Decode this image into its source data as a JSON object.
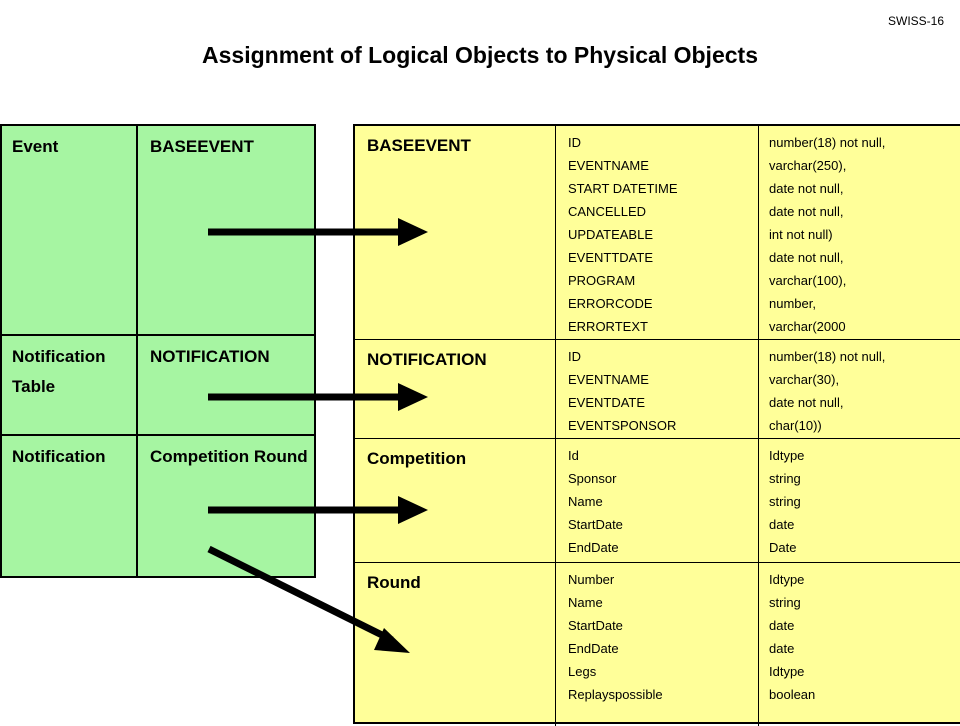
{
  "slide_id": "SWISS-16",
  "title": "Assignment of Logical Objects to Physical Objects",
  "left_table": {
    "rows": [
      {
        "logical": "Event",
        "physical": "BASEEVENT"
      },
      {
        "logical": "Notification Table",
        "physical": "NOTIFICATION"
      },
      {
        "logical": "Notification",
        "physical": "Competition Round"
      }
    ]
  },
  "right_table": {
    "rows": [
      {
        "name": "BASEEVENT",
        "columns": [
          "ID",
          "EVENTNAME",
          "START DATETIME",
          "CANCELLED",
          "UPDATEABLE",
          "EVENTTDATE",
          "PROGRAM",
          "ERRORCODE",
          "ERRORTEXT"
        ],
        "types": [
          "number(18) not null,",
          "varchar(250),",
          "date not null,",
          "date not null,",
          "int not null)",
          "date not null,",
          "varchar(100),",
          "number,",
          "varchar(2000"
        ]
      },
      {
        "name": "NOTIFICATION",
        "columns": [
          "ID",
          "EVENTNAME",
          "EVENTDATE",
          "EVENTSPONSOR"
        ],
        "types": [
          "number(18) not null,",
          "varchar(30),",
          "date not null,",
          "char(10))"
        ]
      },
      {
        "name": "Competition",
        "columns": [
          "Id",
          "Sponsor",
          "Name",
          "StartDate",
          "EndDate"
        ],
        "types": [
          "Idtype",
          "string",
          "string",
          "date",
          "Date"
        ]
      },
      {
        "name": "Round",
        "columns": [
          "Number",
          "Name",
          "StartDate",
          "EndDate",
          "Legs",
          "Replayspossible"
        ],
        "types": [
          "Idtype",
          "string",
          "date",
          "date",
          "Idtype",
          "boolean"
        ]
      }
    ]
  },
  "colors": {
    "left_fill": "#a6f5a2",
    "right_fill": "#ffff99",
    "arrow": "#000000"
  }
}
